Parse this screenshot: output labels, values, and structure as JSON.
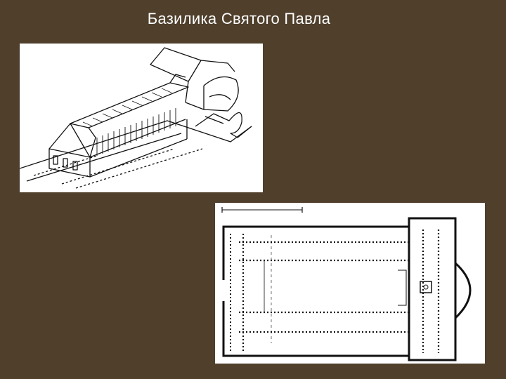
{
  "slide": {
    "title": "Базилика Святого Павла"
  },
  "images": {
    "axonometric": {
      "kind": "architectural axonometric line drawing of the basilica"
    },
    "floor_plan": {
      "kind": "architectural floor plan of the basilica with scale bar"
    }
  },
  "colors": {
    "background": "#4f3f2b",
    "title": "#ffffff",
    "panel": "#ffffff",
    "ink": "#111111"
  }
}
